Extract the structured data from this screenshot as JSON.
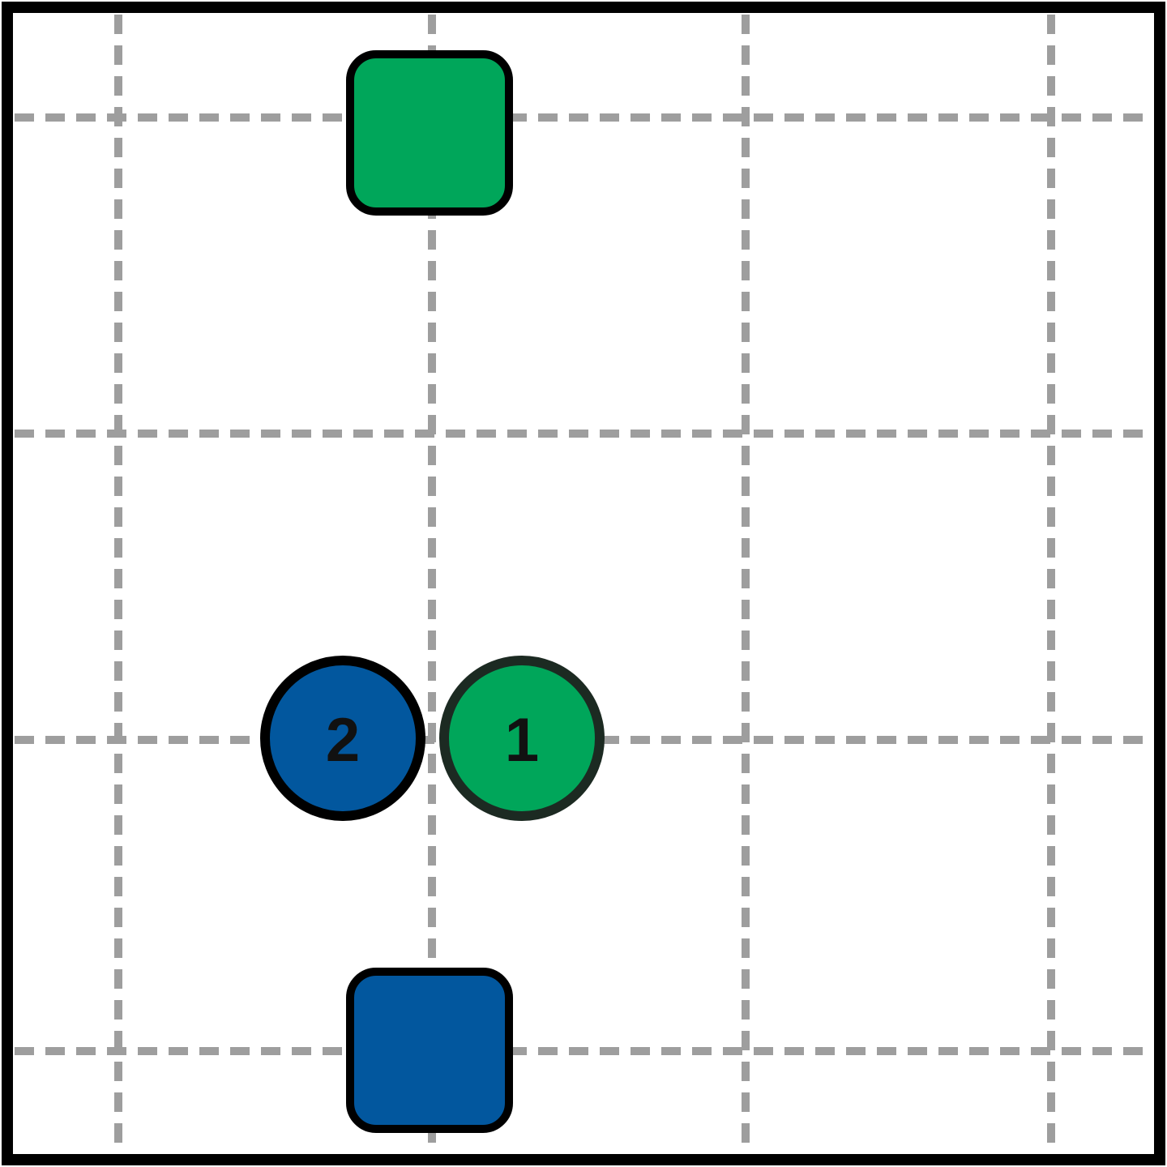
{
  "board": {
    "colors": {
      "background": "#ffffff",
      "frame": "#000000",
      "grid": "#9e9e9e",
      "green": "#00a65a",
      "blue": "#02579e"
    }
  },
  "squares": [
    {
      "id": "green-square",
      "color": "#00a65a"
    },
    {
      "id": "blue-square",
      "color": "#02579e"
    }
  ],
  "tokens": [
    {
      "id": "token-1",
      "label": "1",
      "color": "#00a65a"
    },
    {
      "id": "token-2",
      "label": "2",
      "color": "#02579e"
    }
  ]
}
